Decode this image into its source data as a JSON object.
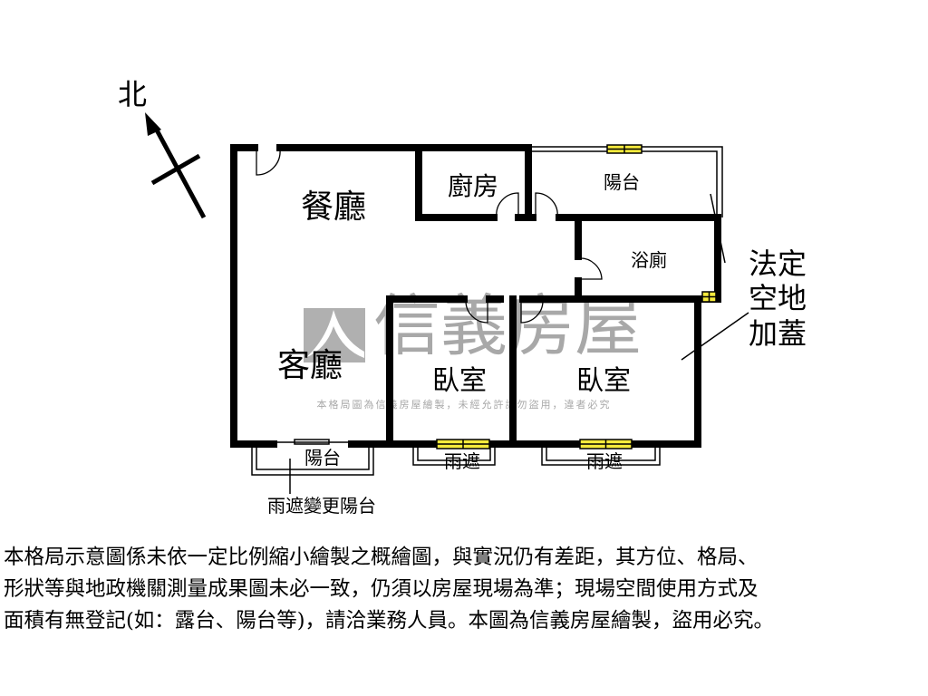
{
  "north_label": "北",
  "rooms": {
    "dining": "餐廳",
    "kitchen": "廚房",
    "balcony_rear": "陽台",
    "bathroom": "浴廁",
    "living": "客廳",
    "bedroom_1": "臥室",
    "bedroom_2": "臥室",
    "balcony_front": "陽台",
    "canopy_1": "雨遮",
    "canopy_2": "雨遮"
  },
  "annotations": {
    "canopy_converted": "雨遮變更陽台",
    "legal_open_space": [
      "法定",
      "空地",
      "加蓋"
    ]
  },
  "watermark": {
    "brand": "信義房屋",
    "notice": "本格局圖為信義房屋繪製，未經允許請勿盜用，違者必究"
  },
  "disclaimer": [
    "本格局示意圖係未依一定比例縮小繪製之概繪圖，與實況仍有差距，其方位、格局、",
    "形狀等與地政機關測量成果圖未必一致，仍須以房屋現場為準；現場空間使用方式及",
    "面積有無登記(如：露台、陽台等)，請洽業務人員。本圖為信義房屋繪製，盜用必究。"
  ],
  "colors": {
    "wall": "#000000",
    "window": "#f5ea3c",
    "watermark": "#a8a8a8"
  }
}
